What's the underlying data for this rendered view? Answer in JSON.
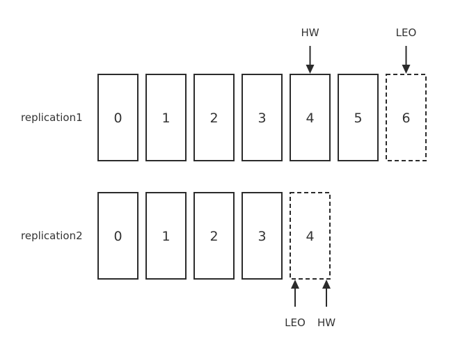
{
  "colors": {
    "stroke": "#2b2b2b",
    "text": "#333333",
    "background": "#ffffff"
  },
  "rows": [
    {
      "label": "replication1",
      "cells": [
        {
          "value": "0",
          "style": "solid"
        },
        {
          "value": "1",
          "style": "solid"
        },
        {
          "value": "2",
          "style": "solid"
        },
        {
          "value": "3",
          "style": "solid"
        },
        {
          "value": "4",
          "style": "solid"
        },
        {
          "value": "5",
          "style": "solid"
        },
        {
          "value": "6",
          "style": "dashed"
        }
      ],
      "markers": [
        {
          "label": "HW",
          "cell_index": 4,
          "position": "above"
        },
        {
          "label": "LEO",
          "cell_index": 6,
          "position": "above"
        }
      ]
    },
    {
      "label": "replication2",
      "cells": [
        {
          "value": "0",
          "style": "solid"
        },
        {
          "value": "1",
          "style": "solid"
        },
        {
          "value": "2",
          "style": "solid"
        },
        {
          "value": "3",
          "style": "solid"
        },
        {
          "value": "4",
          "style": "dashed"
        }
      ],
      "markers": [
        {
          "label": "LEO",
          "cell_index": 4,
          "position": "below-left"
        },
        {
          "label": "HW",
          "cell_index": 4,
          "position": "below-right"
        }
      ]
    }
  ]
}
